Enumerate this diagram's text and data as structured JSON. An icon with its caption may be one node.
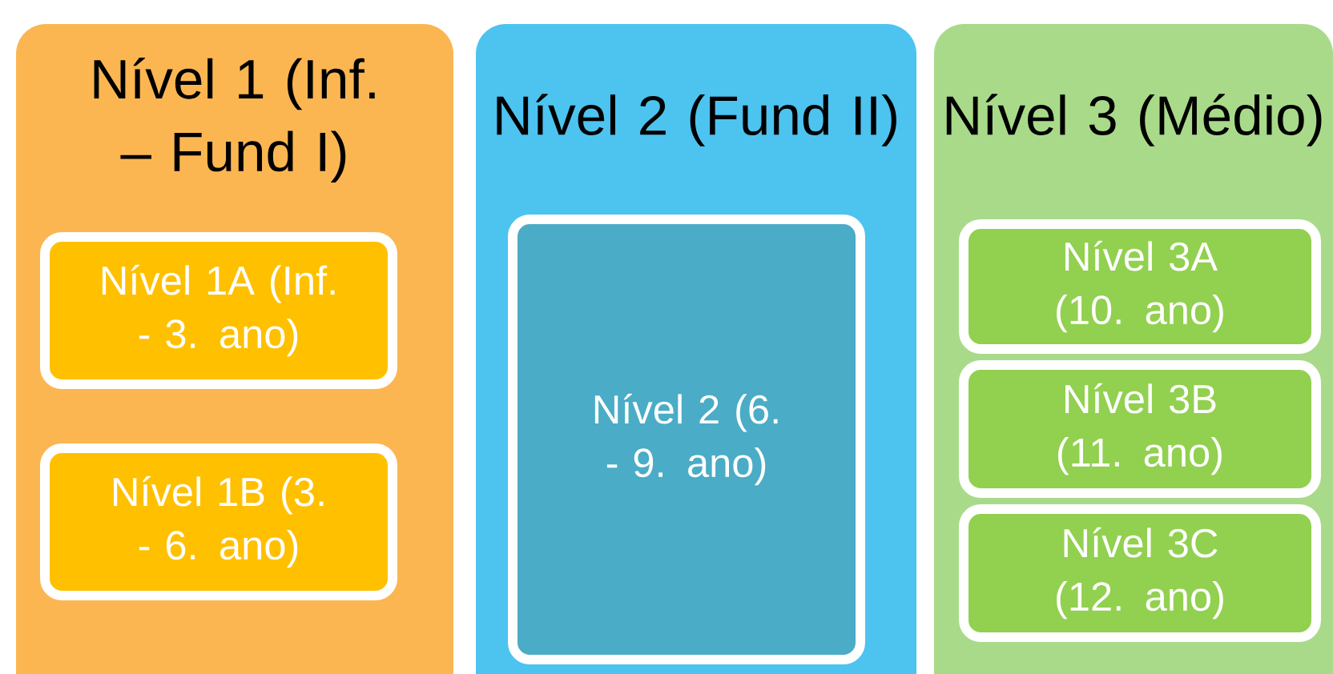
{
  "diagram": {
    "nodes": [
      {
        "text": [
          "Nível 1 (Inf. – Fund I)"
        ]
      },
      {
        "text": [
          "Nível 1A (Inf. - 3. ano)"
        ],
        "in": 0
      },
      {
        "text": [
          "Nível 1B (3. - 6. ano)"
        ],
        "in": 0
      },
      {
        "text": [
          "Nível 2 (Fund II)"
        ]
      },
      {
        "text": [
          "Nível 2 (6. - 9. ano)"
        ],
        "in": 3
      },
      {
        "text": [
          "Nível 3 (Médio)"
        ]
      },
      {
        "text": [
          "Nível 3A (10. ano)"
        ],
        "in": 5
      },
      {
        "text": [
          "Nível 3B (11. ano)"
        ],
        "in": 5
      },
      {
        "text": [
          "Nível 3C (12. ano)"
        ],
        "in": 5
      }
    ]
  }
}
